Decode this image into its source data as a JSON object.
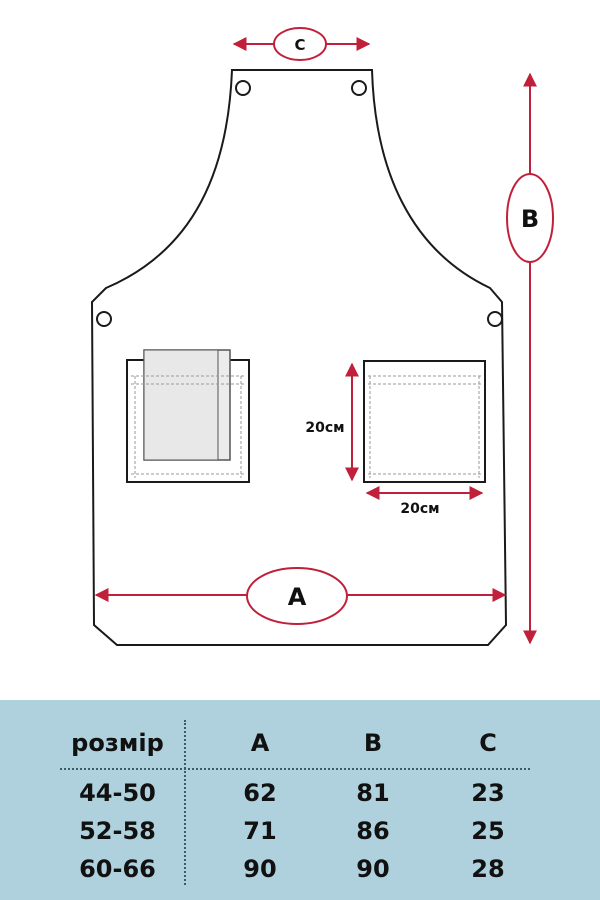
{
  "diagram": {
    "label_c": "C",
    "label_b": "B",
    "label_a": "A",
    "pocket_height": "20см",
    "pocket_width": "20см",
    "colors": {
      "outline": "#1a1a1a",
      "dimension": "#c0203a",
      "panel": "#aed1dd",
      "pocket_fill": "#ececec"
    }
  },
  "size_table": {
    "headers": [
      "розмір",
      "A",
      "B",
      "C"
    ],
    "rows": [
      [
        "44-50",
        "62",
        "81",
        "23"
      ],
      [
        "52-58",
        "71",
        "86",
        "25"
      ],
      [
        "60-66",
        "90",
        "90",
        "28"
      ]
    ]
  }
}
